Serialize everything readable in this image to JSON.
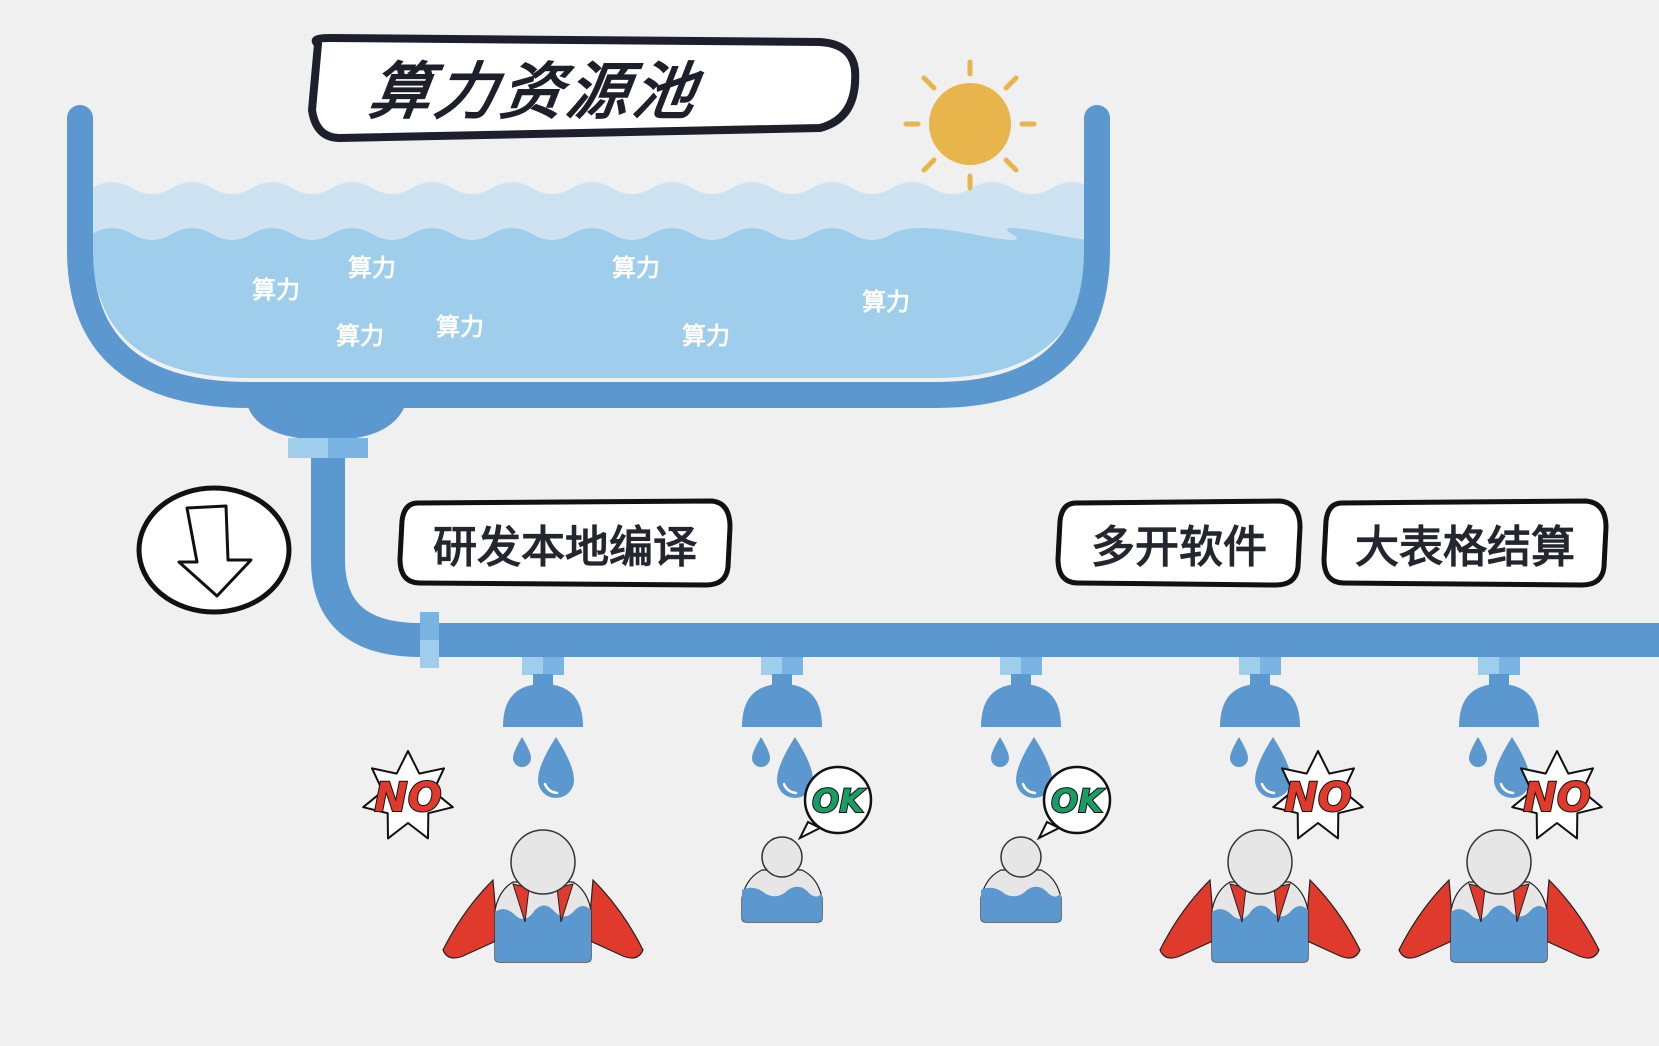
{
  "title": "算力资源池",
  "pool": {
    "labels": [
      "算力",
      "算力",
      "算力",
      "算力",
      "算力",
      "算力",
      "算力"
    ]
  },
  "tags": {
    "dev_compile": "研发本地编译",
    "multi_software": "多开软件",
    "big_spreadsheet": "大表格结算"
  },
  "users": [
    {
      "status": "NO",
      "size": "large"
    },
    {
      "status": "OK",
      "size": "small"
    },
    {
      "status": "OK",
      "size": "small"
    },
    {
      "status": "NO",
      "size": "large"
    },
    {
      "status": "NO",
      "size": "large"
    }
  ],
  "colors": {
    "background": "#f0f0f0",
    "pipe": "#5b98cf",
    "water_light": "#cde3f1",
    "water": "#9fcdec",
    "joint_light": "#9fcdec",
    "joint_mid": "#7ab4e3",
    "sun": "#e8b54d",
    "no_red": "#e03a2c",
    "ok_green": "#1a9d63",
    "cape_red": "#e03a2c",
    "head_gray": "#e6e6e6",
    "ink": "#1d1f2a"
  },
  "icons": {
    "sun": "sun-icon",
    "arrow": "arrow-down-icon",
    "shower": "shower-head-icon",
    "drop": "water-drop-icon",
    "user": "user-icon"
  }
}
